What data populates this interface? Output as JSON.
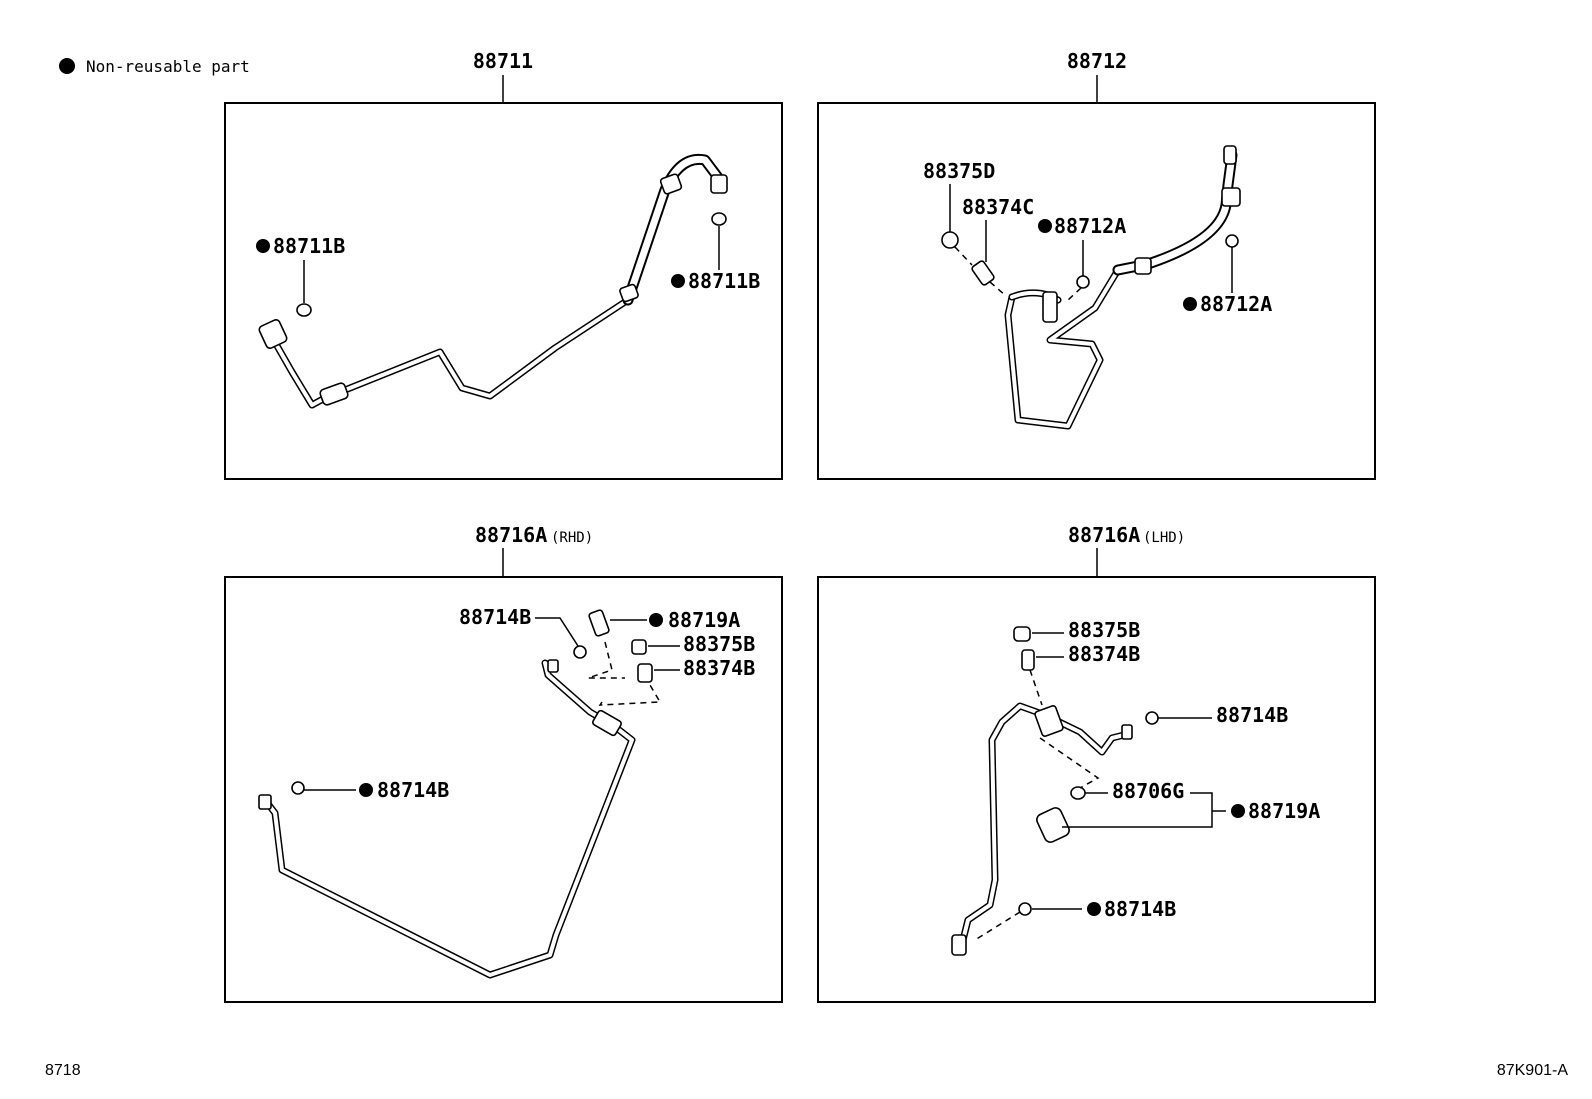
{
  "legend": {
    "text": "Non-reusable part"
  },
  "footer": {
    "left": "8718",
    "right": "87K901-A"
  },
  "panels": {
    "p1": {
      "title": "88711",
      "callouts": [
        "88711B",
        "88711B"
      ]
    },
    "p2": {
      "title": "88712",
      "callouts": [
        "88375D",
        "88374C",
        "88712A",
        "88712A"
      ]
    },
    "p3": {
      "title": "88716A",
      "suffix": "(RHD)",
      "callouts": [
        "88714B",
        "88719A",
        "88375B",
        "88374B",
        "88714B"
      ]
    },
    "p4": {
      "title": "88716A",
      "suffix": "(LHD)",
      "callouts": [
        "88375B",
        "88374B",
        "88714B",
        "88706G",
        "88719A",
        "88714B"
      ]
    }
  },
  "non_reusable_marker": "filled-circle-icon"
}
